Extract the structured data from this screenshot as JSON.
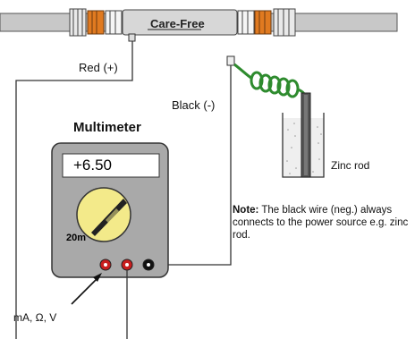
{
  "pipe": {
    "label": "Care-Free"
  },
  "wires": {
    "red_label": "Red (+)",
    "black_label": "Black (-)"
  },
  "meter": {
    "title": "Multimeter",
    "reading": "+6.50",
    "range": "20m",
    "terminal_label": "mA, Ω, V"
  },
  "electrode": {
    "label": "Zinc rod"
  },
  "note": {
    "heading": "Note:",
    "text": "The black wire (neg.) always connects to the power source e.g. zinc rod."
  },
  "colors": {
    "pipe": "#c8c8c8",
    "fitting": "#e07a20",
    "meter_body": "#a9a9a9",
    "dial": "#f3ea8a",
    "coil": "#2e8b2e",
    "red_terminal": "#c81e1e"
  }
}
